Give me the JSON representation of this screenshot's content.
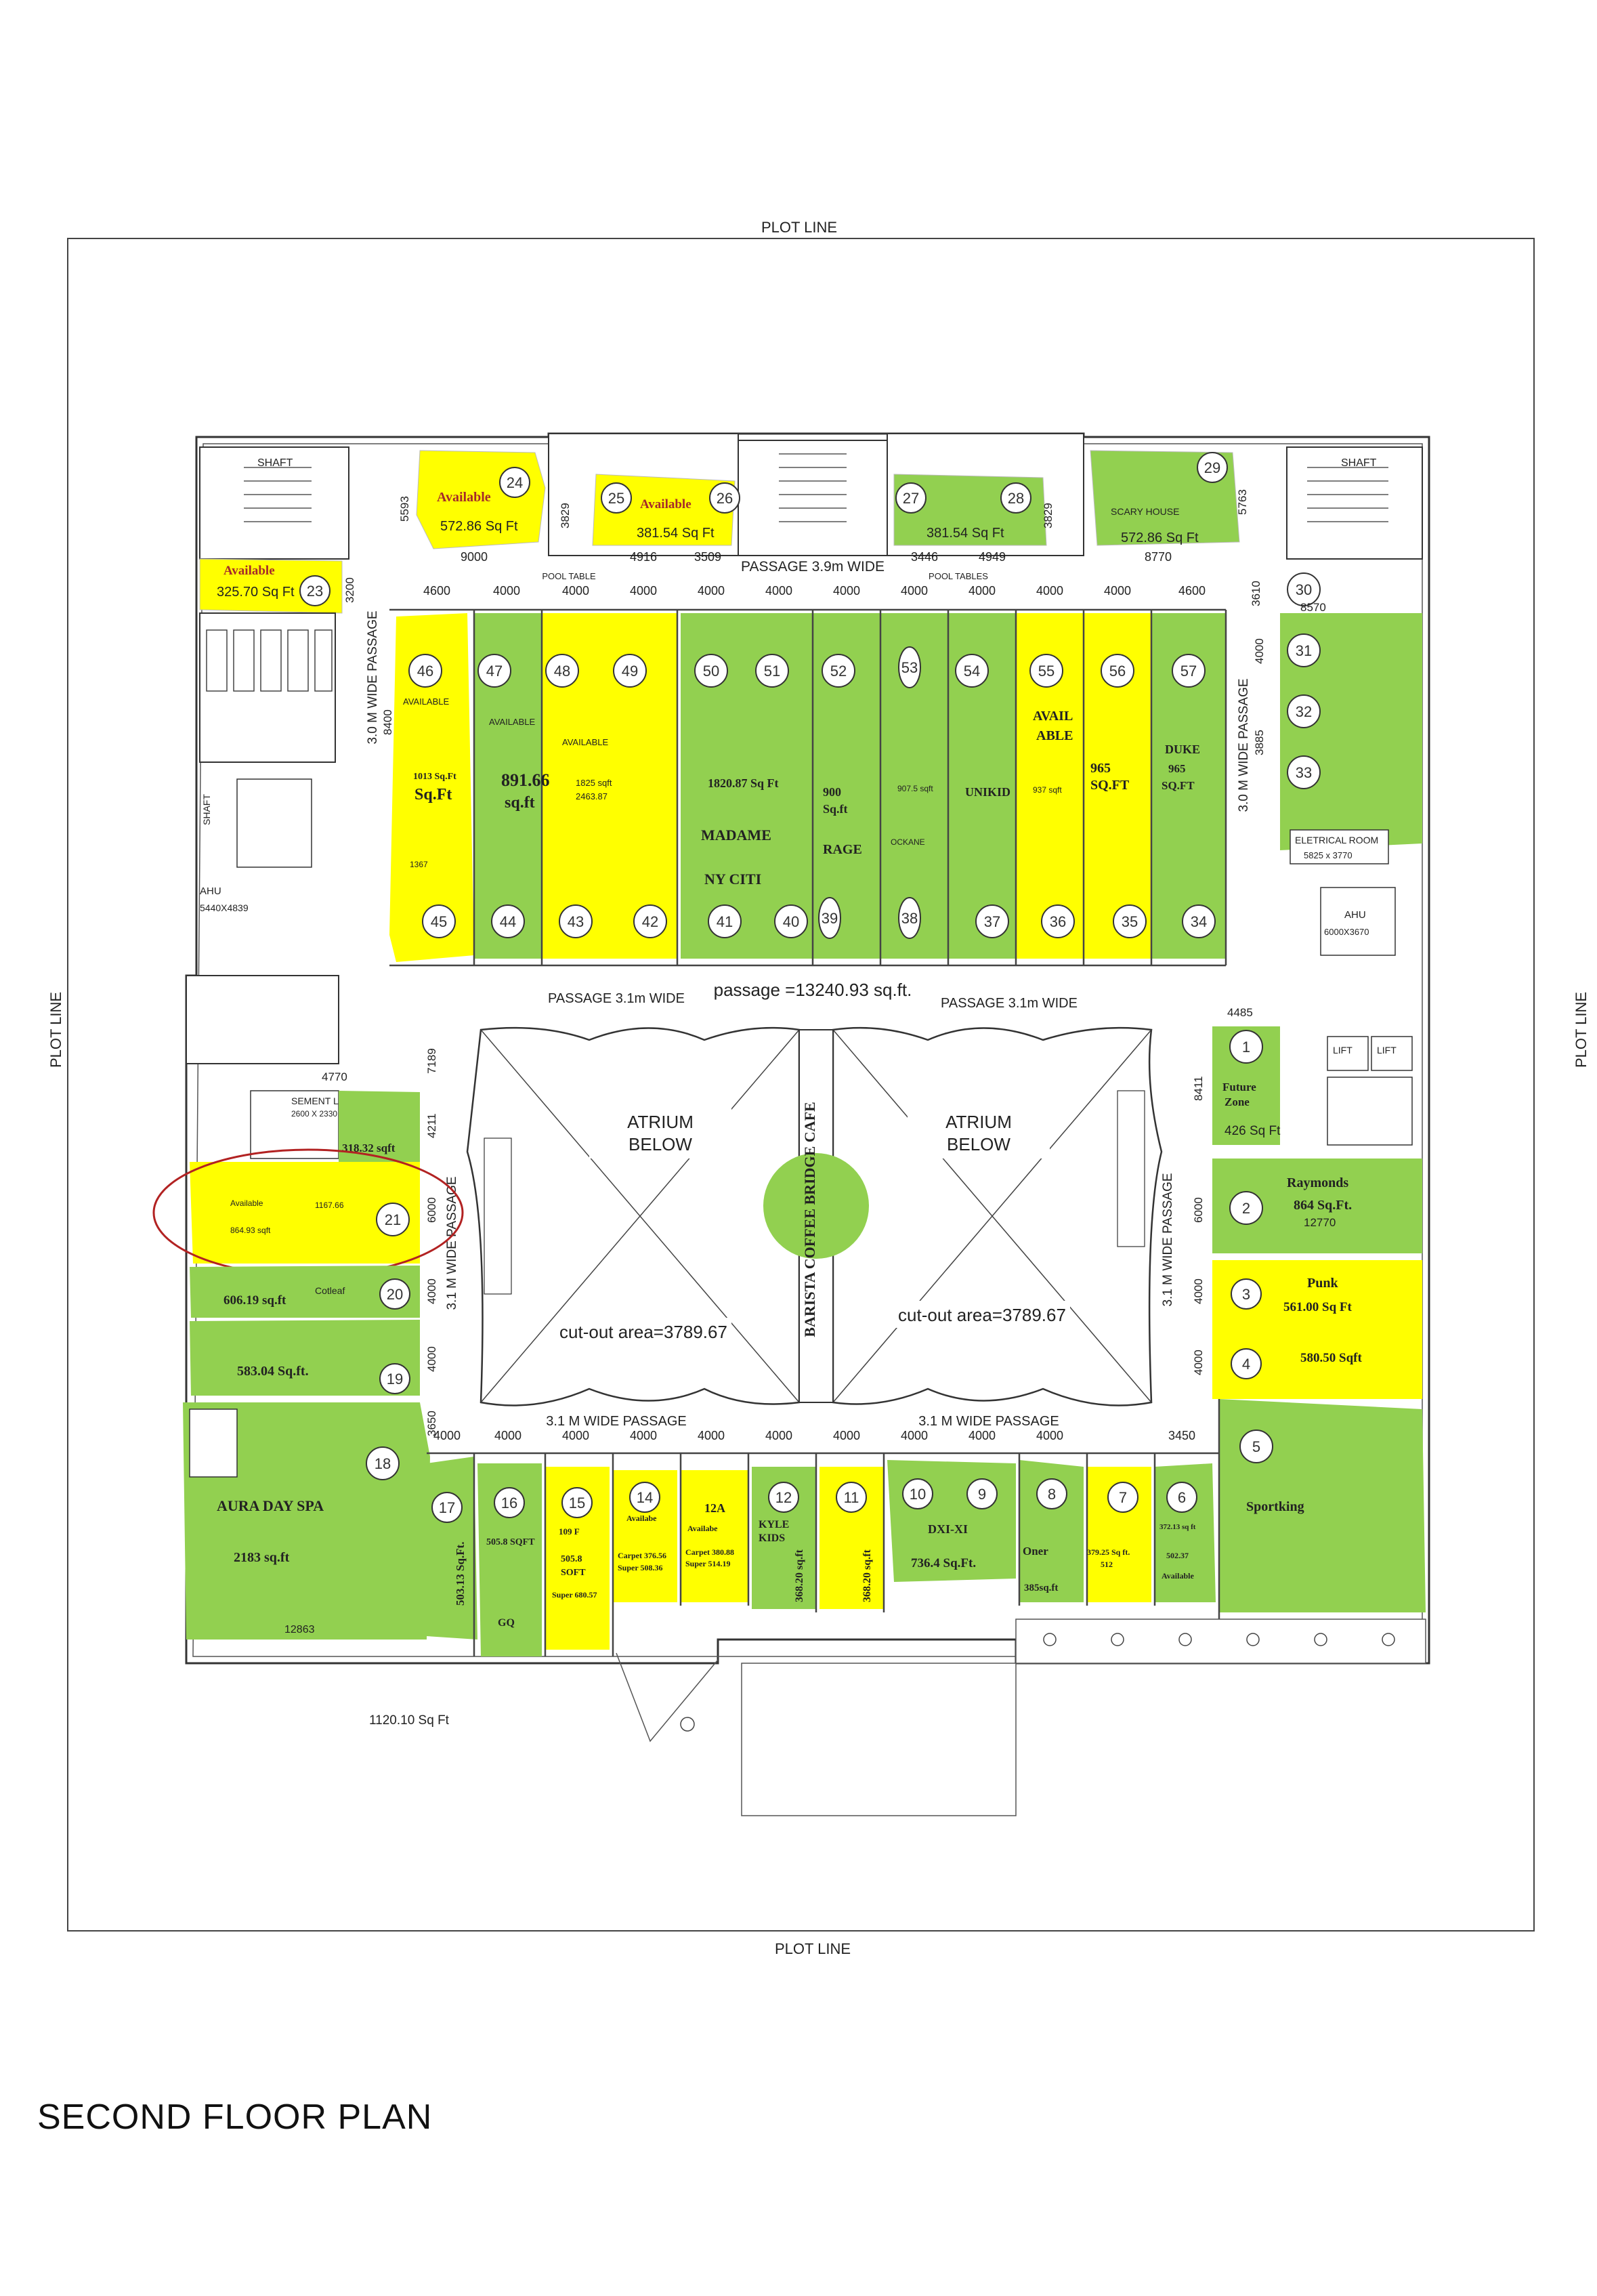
{
  "title": "SECOND FLOOR PLAN",
  "plot_line": "PLOT LINE",
  "colors": {
    "yellow": "#ffff00",
    "green": "#92d050",
    "wall": "#333333",
    "annotation": "#b22222"
  },
  "passages": {
    "top": "PASSAGE 3.9m WIDE",
    "center": "passage =13240.93 sq.ft.",
    "mid_left": "PASSAGE 3.1m WIDE",
    "mid_right": "PASSAGE 3.1m WIDE",
    "left_vertical": "3.0 M WIDE PASSAGE",
    "right_vertical": "3.0 M WIDE PASSAGE",
    "atrium_left_vertical": "3.1 M WIDE PASSAGE",
    "atrium_right_vertical": "3.1 M WIDE PASSAGE",
    "bottom_left": "3.1 M WIDE PASSAGE",
    "bottom_right": "3.1 M WIDE PASSAGE",
    "pool_left": "POOL TABLE",
    "pool_right": "POOL TABLES"
  },
  "atrium": {
    "left_label": "ATRIUM\nBELOW",
    "right_label": "ATRIUM\nBELOW",
    "left_cutout": "cut-out area=3789.67",
    "right_cutout": "cut-out area=3789.67",
    "cafe": "BARISTA COFFEE BRIDGE CAFE"
  },
  "services": {
    "shaft": "SHAFT",
    "ahu_left": "AHU",
    "ahu_left_dim": "5440X4839",
    "ahu_right": "AHU",
    "ahu_right_dim": "6000X3670",
    "electrical_room": "ELETRICAL ROOM",
    "electrical_dim": "5825 x 3770",
    "lift": "LIFT",
    "scary_house": "SCARY HOUSE",
    "basement_lift": "SEMENT LIFT",
    "basement_lift_dim": "2600 X 2330"
  },
  "dims": {
    "top_row": [
      "4600",
      "4000",
      "4000",
      "4000",
      "4000",
      "4000",
      "4000",
      "4000",
      "4000",
      "4000",
      "4000",
      "4600"
    ],
    "upper": [
      "9000",
      "4916",
      "3509",
      "3446",
      "4949",
      "8770"
    ],
    "bottom_row": [
      "4000",
      "4000",
      "4000",
      "4000",
      "4000",
      "4000",
      "4000",
      "4000",
      "4000",
      "4000",
      "3450"
    ],
    "misc": [
      "5593",
      "3829",
      "3829",
      "5763",
      "3200",
      "8400",
      "3610",
      "8570",
      "4000",
      "3885",
      "7189",
      "4211",
      "4770",
      "6000",
      "4000",
      "4000",
      "3650",
      "4485",
      "8411",
      "6000",
      "4000",
      "4000",
      "12863"
    ]
  },
  "units": {
    "sf1": {
      "no": "1",
      "name": "Future\nZone",
      "area": "426 Sq Ft"
    },
    "sf2": {
      "no": "2",
      "name": "Raymonds",
      "area": "864  Sq.Ft.",
      "extra": "12770"
    },
    "sf3": {
      "no": "3",
      "name": "Punk",
      "area": "561.00 Sq Ft"
    },
    "sf4": {
      "no": "4",
      "name": "",
      "area": "580.50 Sqft"
    },
    "sf5": {
      "no": "5",
      "name": "Sportking"
    },
    "sf6": {
      "no": "6",
      "area": "372.13 sq ft",
      "extra": "502.37",
      "name": "Available"
    },
    "sf7": {
      "no": "7",
      "area": "379.25 Sq ft.",
      "extra": "512"
    },
    "sf8": {
      "no": "8",
      "name": "Oner",
      "area": "385sq.ft"
    },
    "sf9": {
      "no": "9"
    },
    "sf10": {
      "no": "10",
      "name": "DXI-XI",
      "area": "736.4 Sq.Ft."
    },
    "sf11": {
      "no": "11",
      "area": "368.20 sq.ft"
    },
    "sf12": {
      "no": "12",
      "name": "KYLE\nKIDS",
      "area": "368.20 sq.ft"
    },
    "sf12a": {
      "no": "12A",
      "name": "Availabe",
      "area": "Carpet 380.88",
      "extra": "Super 514.19"
    },
    "sf14": {
      "no": "14",
      "name": "Availabe",
      "area": "Carpet 376.56",
      "extra": "Super 508.36"
    },
    "sf15": {
      "no": "15",
      "name": "109 F",
      "area": "505.8\nSOFT",
      "extra": "Super 680.57"
    },
    "sf16": {
      "no": "16",
      "name": "GQ",
      "area": "505.8 SQFT"
    },
    "sf17": {
      "no": "17",
      "area": "503.13 Sq.Ft."
    },
    "sf18": {
      "no": "18",
      "name": "AURA DAY SPA",
      "area": "2183 sq.ft"
    },
    "sf19": {
      "no": "19",
      "area": "583.04 Sq.ft."
    },
    "sf20": {
      "no": "20",
      "name": "Cotleaf",
      "area": "606.19 sq.ft"
    },
    "sf21": {
      "no": "21",
      "name": "Available",
      "area": "864.93 sqft",
      "extra": "1167.66",
      "top": "318.32 sqft"
    },
    "sf23": {
      "no": "23",
      "name": "Available",
      "area": "325.70 Sq Ft"
    },
    "sf24": {
      "no": "24",
      "name": "Available",
      "area": "572.86 Sq Ft"
    },
    "sf25": {
      "no": "25",
      "name": "Available",
      "area": "381.54 Sq Ft"
    },
    "sf26": {
      "no": "26"
    },
    "sf27": {
      "no": "27",
      "area": "381.54 Sq Ft"
    },
    "sf28": {
      "no": "28"
    },
    "sf29": {
      "no": "29",
      "area": "572.86 Sq Ft"
    },
    "sf30": {
      "no": "30"
    },
    "sf31": {
      "no": "31"
    },
    "sf32": {
      "no": "32"
    },
    "sf33": {
      "no": "33"
    },
    "sf34": {
      "no": "34"
    },
    "sf35": {
      "no": "35"
    },
    "sf36": {
      "no": "36"
    },
    "sf37": {
      "no": "37"
    },
    "sf38": {
      "no": "38",
      "name": "OCKANE"
    },
    "sf39": {
      "no": "39",
      "name": "RAGE",
      "area": "900\nSq.ft"
    },
    "sf40": {
      "no": "40"
    },
    "sf41": {
      "no": "41"
    },
    "sf42": {
      "no": "42"
    },
    "sf43": {
      "no": "43"
    },
    "sf44": {
      "no": "44"
    },
    "sf45": {
      "no": "45",
      "area": "1013\nSq.Ft",
      "extra": "1367"
    },
    "sf46": {
      "no": "46",
      "name": "AVAILABLE"
    },
    "sf47": {
      "no": "47",
      "name": "AVAILABLE",
      "area": "891.66\nsq.ft"
    },
    "sf48": {
      "no": "48",
      "name": "AVAILABLE",
      "area": "1825 sqft",
      "extra": "2463.87"
    },
    "sf49": {
      "no": "49"
    },
    "sf50": {
      "no": "50",
      "name": "MADAME\nNY CITI",
      "area": "1820.87 Sq Ft"
    },
    "sf51": {
      "no": "51"
    },
    "sf52": {
      "no": "52"
    },
    "sf53": {
      "no": "53",
      "area": "907.5 sqft"
    },
    "sf54": {
      "no": "54",
      "name": "UNIKID"
    },
    "sf55": {
      "no": "55",
      "name": "AVAIL\nABLE",
      "area": "937 sqft"
    },
    "sf56": {
      "no": "56",
      "area": "965\nSQ.FT"
    },
    "sf57": {
      "no": "57",
      "name": "DUKE",
      "area": "965\nSQ.FT"
    },
    "sf22a": {
      "area": "1120.10 Sq Ft"
    }
  }
}
